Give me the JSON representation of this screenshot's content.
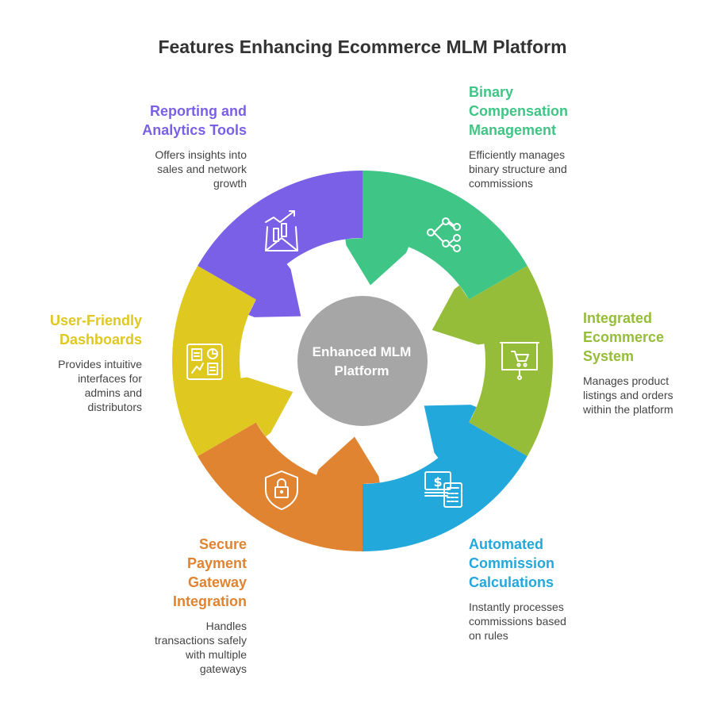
{
  "title": "Features Enhancing Ecommerce MLM Platform",
  "center": {
    "label": "Enhanced MLM\nPlatform",
    "color": "#a6a6a6"
  },
  "features": [
    {
      "id": "binary",
      "title": "Binary\nCompensation\nManagement",
      "description": "Efficiently manages\nbinary structure and\ncommissions",
      "color": "#3fc585",
      "icon": "network-nodes-icon"
    },
    {
      "id": "ecommerce",
      "title": "Integrated\nEcommerce\nSystem",
      "description": "Manages product\nlistings and orders\nwithin the platform",
      "color": "#95bd39",
      "icon": "cart-board-icon"
    },
    {
      "id": "commission",
      "title": "Automated\nCommission\nCalculations",
      "description": "Instantly processes\ncommissions based\non rules",
      "color": "#23a8dc",
      "icon": "money-calculator-icon"
    },
    {
      "id": "payment",
      "title": "Secure\nPayment\nGateway\nIntegration",
      "description": "Handles\ntransactions safely\nwith multiple\ngateways",
      "color": "#e08431",
      "icon": "shield-lock-icon"
    },
    {
      "id": "dashboards",
      "title": "User-Friendly\nDashboards",
      "description": "Provides intuitive\ninterfaces for\nadmins and\ndistributors",
      "color": "#dfc81f",
      "icon": "dashboard-icon"
    },
    {
      "id": "reporting",
      "title": "Reporting and\nAnalytics Tools",
      "description": "Offers insights into\nsales and network\ngrowth",
      "color": "#7a60e6",
      "icon": "analytics-chart-icon"
    }
  ]
}
